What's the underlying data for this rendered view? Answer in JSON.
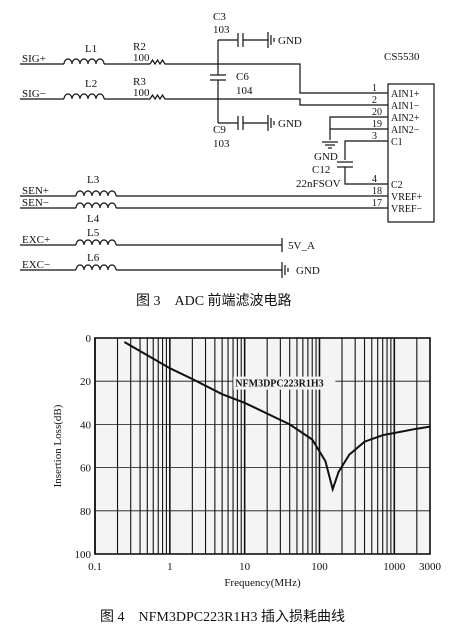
{
  "figure3": {
    "chip": "CS5530",
    "caption": "图 3　ADC 前端滤波电路",
    "inputs": [
      {
        "net": "SIG+",
        "inductor": "L1",
        "resistor": "R2",
        "resistor_value": "100",
        "pin": "1",
        "pin_name": "AIN1+"
      },
      {
        "net": "SIG−",
        "inductor": "L2",
        "resistor": "R3",
        "resistor_value": "100",
        "pin": "2",
        "pin_name": "AIN1−"
      }
    ],
    "caps": {
      "c3": {
        "name": "C3",
        "value": "103",
        "gnd": "GND"
      },
      "c6": {
        "name": "C6",
        "value": "104"
      },
      "c9": {
        "name": "C9",
        "value": "103",
        "gnd": "GND"
      },
      "c12": {
        "name": "C12",
        "value": "22nFSOV",
        "gnd": "GND"
      }
    },
    "pins_right": [
      {
        "pin": "20",
        "name": "AIN2+"
      },
      {
        "pin": "19",
        "name": "AIN2−"
      },
      {
        "pin": "3",
        "name": "C1"
      },
      {
        "pin": "4",
        "name": "C2"
      },
      {
        "pin": "18",
        "name": "VREF+"
      },
      {
        "pin": "17",
        "name": "VREF−"
      }
    ],
    "sense": [
      {
        "net": "SEN+",
        "inductor": "L3"
      },
      {
        "net": "SEN−",
        "inductor": "L4"
      }
    ],
    "excitation": [
      {
        "net": "EXC+",
        "inductor": "L5",
        "target": "5V_A"
      },
      {
        "net": "EXC−",
        "inductor": "L6",
        "target": "GND"
      }
    ]
  },
  "figure4": {
    "caption": "图 4　NFM3DPC223R1H3 插入损耗曲线",
    "chart_data": {
      "type": "line",
      "title": "",
      "xlabel": "Frequency(MHz)",
      "ylabel": "Insertion Loss(dB)",
      "x_scale": "log",
      "xlim": [
        0.1,
        3000
      ],
      "ylim": [
        0,
        100
      ],
      "y_inverted": true,
      "x_ticks": [
        "0.1",
        "1",
        "10",
        "100",
        "1000",
        "3000"
      ],
      "y_ticks": [
        "0",
        "20",
        "40",
        "60",
        "80",
        "100"
      ],
      "grid": true,
      "series": [
        {
          "name": "NFM3DPC223R1H3",
          "x": [
            0.25,
            0.5,
            1,
            2,
            5,
            10,
            20,
            40,
            80,
            120,
            150,
            180,
            250,
            400,
            700,
            1000,
            2000,
            3000
          ],
          "y": [
            2,
            8,
            14,
            19,
            26,
            30,
            35,
            40,
            47,
            57,
            70,
            62,
            54,
            48,
            45,
            44,
            42,
            41
          ]
        }
      ]
    }
  }
}
